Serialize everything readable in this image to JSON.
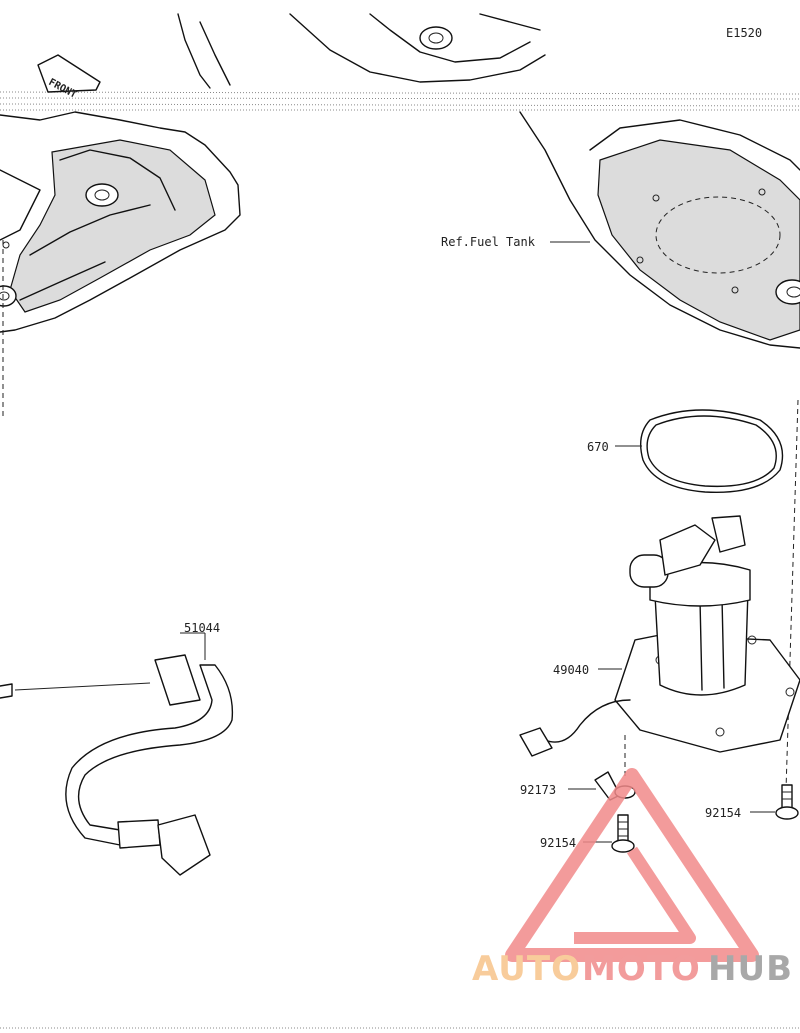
{
  "diagram_code": "E1520",
  "front_marker": "FRONT",
  "labels": {
    "fuel_tank_ref": "Ref.Fuel Tank",
    "gasket": "670",
    "fuel_hose": "51044",
    "fuel_pump": "49040",
    "clamp": "92173",
    "bolt_left": "92154",
    "bolt_right": "92154"
  },
  "watermark": {
    "part1": "AUTO",
    "part2": "MOTO",
    "part3": "HUB",
    "color_auto": "#f7c48a",
    "color_moto": "#f08b8b",
    "color_hub": "#9a9a9a",
    "triangle_color": "#f28a8a"
  }
}
